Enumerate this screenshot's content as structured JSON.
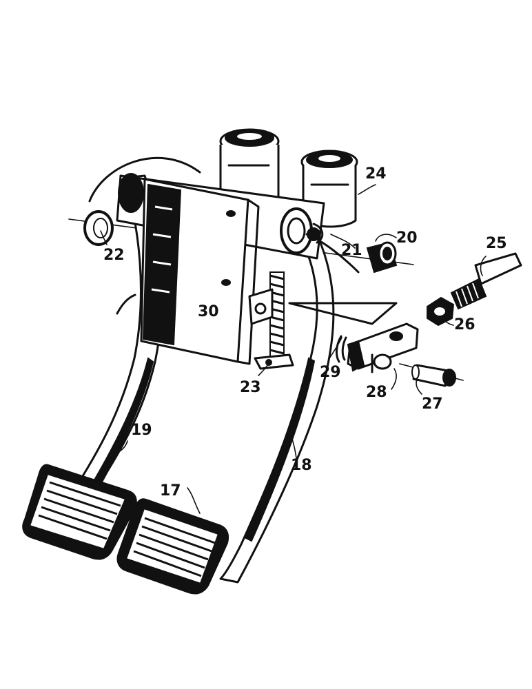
{
  "callouts": [
    {
      "id": "17",
      "text": "17"
    },
    {
      "id": "18",
      "text": "18"
    },
    {
      "id": "19",
      "text": "19"
    },
    {
      "id": "20",
      "text": "20"
    },
    {
      "id": "21",
      "text": "21"
    },
    {
      "id": "22",
      "text": "22"
    },
    {
      "id": "23",
      "text": "23"
    },
    {
      "id": "24",
      "text": "24"
    },
    {
      "id": "25",
      "text": "25"
    },
    {
      "id": "26",
      "text": "26"
    },
    {
      "id": "27",
      "text": "27"
    },
    {
      "id": "28",
      "text": "28"
    },
    {
      "id": "29",
      "text": "29"
    },
    {
      "id": "30",
      "text": "30"
    }
  ]
}
